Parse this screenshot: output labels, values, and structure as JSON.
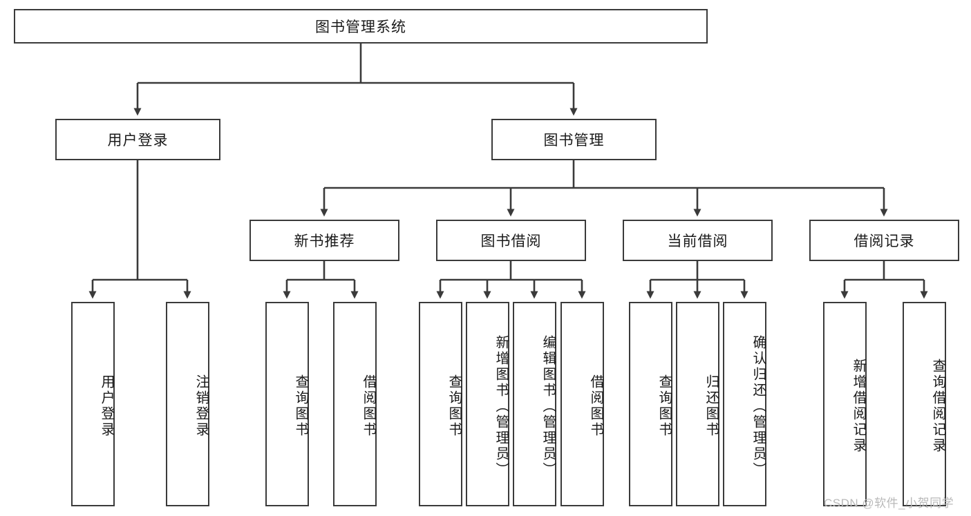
{
  "diagram": {
    "title": "图书管理系统",
    "type": "tree-hierarchy",
    "root": {
      "label": "图书管理系统"
    },
    "level2": [
      {
        "label": "用户登录"
      },
      {
        "label": "图书管理"
      }
    ],
    "level3": [
      {
        "label": "新书推荐"
      },
      {
        "label": "图书借阅"
      },
      {
        "label": "当前借阅"
      },
      {
        "label": "借阅记录"
      }
    ],
    "leaves": {
      "user_login": [
        {
          "label": "用户登录"
        },
        {
          "label": "注销登录"
        }
      ],
      "new_book_recommend": [
        {
          "label": "查询图书"
        },
        {
          "label": "借阅图书"
        }
      ],
      "book_borrow": [
        {
          "label": "查询图书"
        },
        {
          "label": "新增图书（管理员）"
        },
        {
          "label": "编辑图书（管理员）"
        },
        {
          "label": "借阅图书"
        }
      ],
      "current_borrow": [
        {
          "label": "查询图书"
        },
        {
          "label": "归还图书"
        },
        {
          "label": "确认归还（管理员）"
        }
      ],
      "borrow_record": [
        {
          "label": "新增借阅记录"
        },
        {
          "label": "查询借阅记录"
        }
      ]
    }
  },
  "watermark": {
    "text": "CSDN @软件_小贺同学"
  },
  "colors": {
    "stroke": "#3a3a3a",
    "box_fill": "#ffffff",
    "text": "#1a1a1a",
    "watermark": "#b9b9b9"
  }
}
